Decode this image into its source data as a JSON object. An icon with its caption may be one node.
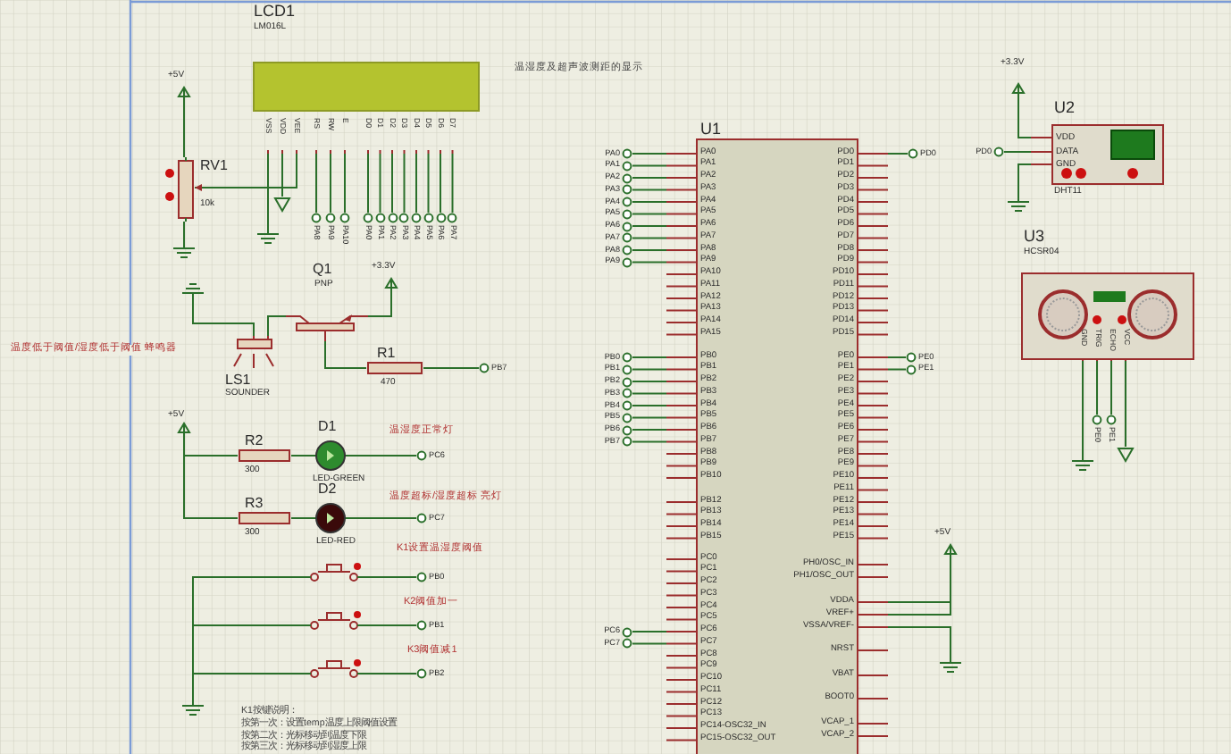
{
  "diagram": {
    "nodes": [
      {
        "text": [
          "LCD1",
          "LM016L"
        ]
      },
      {
        "text": [
          "PA8"
        ]
      },
      {
        "text": [
          "PA9"
        ]
      },
      {
        "text": [
          "PA10"
        ]
      },
      {
        "text": [
          "PA0"
        ]
      },
      {
        "text": [
          "PA1"
        ]
      },
      {
        "text": [
          "PA2"
        ]
      },
      {
        "text": [
          "PA3"
        ]
      },
      {
        "text": [
          "PA4"
        ]
      },
      {
        "text": [
          "PA5"
        ]
      },
      {
        "text": [
          "PA6"
        ]
      },
      {
        "text": [
          "PA7"
        ]
      },
      {
        "text": [
          "RV1",
          "10k"
        ]
      },
      {
        "text": [
          "+5V"
        ]
      },
      {
        "text": [],
        "shape": "ground"
      },
      {
        "text": [],
        "shape": "ground"
      },
      {
        "text": [],
        "shape": "triangle"
      },
      {
        "text": [
          "Q1",
          "PNP"
        ]
      },
      {
        "text": [
          "+3.3V"
        ]
      },
      {
        "text": [
          "R1",
          "470"
        ]
      },
      {
        "text": [
          "PB7"
        ]
      },
      {
        "text": [
          "LS1",
          "SOUNDER"
        ]
      },
      {
        "text": [],
        "shape": "ground"
      },
      {
        "text": [
          "+5V"
        ]
      },
      {
        "text": [
          "R2",
          "300"
        ]
      },
      {
        "text": [
          "D1",
          "LED-GREEN"
        ]
      },
      {
        "text": [
          "PC6"
        ]
      },
      {
        "text": [
          "R3",
          "300"
        ]
      },
      {
        "text": [
          "D2",
          "LED-RED"
        ]
      },
      {
        "text": [
          "PC7"
        ]
      },
      {
        "text": [],
        "shape": "switch"
      },
      {
        "text": [
          "PB0"
        ]
      },
      {
        "text": [],
        "shape": "switch"
      },
      {
        "text": [
          "PB1"
        ]
      },
      {
        "text": [],
        "shape": "switch"
      },
      {
        "text": [
          "PB2"
        ]
      },
      {
        "text": [],
        "shape": "ground"
      },
      {
        "text": [
          "U1"
        ]
      },
      {
        "text": [
          "PA0"
        ]
      },
      {
        "text": [
          "PA1"
        ]
      },
      {
        "text": [
          "PA2"
        ]
      },
      {
        "text": [
          "PA3"
        ]
      },
      {
        "text": [
          "PA4"
        ]
      },
      {
        "text": [
          "PA5"
        ]
      },
      {
        "text": [
          "PA6"
        ]
      },
      {
        "text": [
          "PA7"
        ]
      },
      {
        "text": [
          "PA8"
        ]
      },
      {
        "text": [
          "PA9"
        ]
      },
      {
        "text": [
          "PB0"
        ]
      },
      {
        "text": [
          "PB1"
        ]
      },
      {
        "text": [
          "PB2"
        ]
      },
      {
        "text": [
          "PB3"
        ]
      },
      {
        "text": [
          "PB4"
        ]
      },
      {
        "text": [
          "PB5"
        ]
      },
      {
        "text": [
          "PB6"
        ]
      },
      {
        "text": [
          "PB7"
        ]
      },
      {
        "text": [
          "PC6"
        ]
      },
      {
        "text": [
          "PC7"
        ]
      },
      {
        "text": [
          "PD0"
        ]
      },
      {
        "text": [
          "PE0"
        ]
      },
      {
        "text": [
          "PE1"
        ]
      },
      {
        "text": [
          "+5V"
        ]
      },
      {
        "text": [],
        "shape": "ground"
      },
      {
        "text": [
          "U2",
          "DHT11"
        ]
      },
      {
        "text": [
          "PD0"
        ]
      },
      {
        "text": [
          "+3.3V"
        ]
      },
      {
        "text": [],
        "shape": "ground"
      },
      {
        "text": [
          "U3",
          "HCSR04"
        ]
      },
      {
        "text": [
          "PE0"
        ]
      },
      {
        "text": [
          "PE1"
        ]
      },
      {
        "text": [],
        "shape": "ground"
      },
      {
        "text": [],
        "shape": "triangle"
      }
    ],
    "edges": [
      {
        "from": 0,
        "to": 1,
        "arrow": "none"
      },
      {
        "from": 0,
        "to": 2,
        "arrow": "none"
      },
      {
        "from": 0,
        "to": 3,
        "arrow": "none"
      },
      {
        "from": 0,
        "to": 4,
        "arrow": "none"
      },
      {
        "from": 0,
        "to": 5,
        "arrow": "none"
      },
      {
        "from": 0,
        "to": 6,
        "arrow": "none"
      },
      {
        "from": 0,
        "to": 7,
        "arrow": "none"
      },
      {
        "from": 0,
        "to": 8,
        "arrow": "none"
      },
      {
        "from": 0,
        "to": 9,
        "arrow": "none"
      },
      {
        "from": 0,
        "to": 10,
        "arrow": "none"
      },
      {
        "from": 0,
        "to": 11,
        "arrow": "none"
      },
      {
        "from": 0,
        "to": 15,
        "arrow": "none"
      },
      {
        "from": 0,
        "to": 16,
        "arrow": "none"
      },
      {
        "from": 12,
        "to": 0,
        "arrow": "none"
      },
      {
        "from": 13,
        "to": 12,
        "arrow": "none"
      },
      {
        "from": 12,
        "to": 14,
        "arrow": "none"
      },
      {
        "from": 22,
        "to": 21,
        "arrow": "none"
      },
      {
        "from": 21,
        "to": 17,
        "arrow": "none"
      },
      {
        "from": 18,
        "to": 17,
        "arrow": "none"
      },
      {
        "from": 17,
        "to": 19,
        "arrow": "none"
      },
      {
        "from": 19,
        "to": 20,
        "arrow": "none"
      },
      {
        "from": 23,
        "to": 24,
        "arrow": "none"
      },
      {
        "from": 24,
        "to": 25,
        "arrow": "none"
      },
      {
        "from": 25,
        "to": 26,
        "arrow": "none"
      },
      {
        "from": 23,
        "to": 27,
        "arrow": "none"
      },
      {
        "from": 27,
        "to": 28,
        "arrow": "none"
      },
      {
        "from": 28,
        "to": 29,
        "arrow": "none"
      },
      {
        "from": 36,
        "to": 30,
        "arrow": "none"
      },
      {
        "from": 30,
        "to": 31,
        "arrow": "none"
      },
      {
        "from": 36,
        "to": 32,
        "arrow": "none"
      },
      {
        "from": 32,
        "to": 33,
        "arrow": "none"
      },
      {
        "from": 36,
        "to": 34,
        "arrow": "none"
      },
      {
        "from": 34,
        "to": 35,
        "arrow": "none"
      },
      {
        "from": 37,
        "to": 38,
        "arrow": "none"
      },
      {
        "from": 37,
        "to": 39,
        "arrow": "none"
      },
      {
        "from": 37,
        "to": 40,
        "arrow": "none"
      },
      {
        "from": 37,
        "to": 41,
        "arrow": "none"
      },
      {
        "from": 37,
        "to": 42,
        "arrow": "none"
      },
      {
        "from": 37,
        "to": 43,
        "arrow": "none"
      },
      {
        "from": 37,
        "to": 44,
        "arrow": "none"
      },
      {
        "from": 37,
        "to": 45,
        "arrow": "none"
      },
      {
        "from": 37,
        "to": 46,
        "arrow": "none"
      },
      {
        "from": 37,
        "to": 47,
        "arrow": "none"
      },
      {
        "from": 37,
        "to": 48,
        "arrow": "none"
      },
      {
        "from": 37,
        "to": 49,
        "arrow": "none"
      },
      {
        "from": 37,
        "to": 50,
        "arrow": "none"
      },
      {
        "from": 37,
        "to": 51,
        "arrow": "none"
      },
      {
        "from": 37,
        "to": 52,
        "arrow": "none"
      },
      {
        "from": 37,
        "to": 53,
        "arrow": "none"
      },
      {
        "from": 37,
        "to": 54,
        "arrow": "none"
      },
      {
        "from": 37,
        "to": 55,
        "arrow": "none"
      },
      {
        "from": 37,
        "to": 56,
        "arrow": "none"
      },
      {
        "from": 37,
        "to": 57,
        "arrow": "none"
      },
      {
        "from": 37,
        "to": 58,
        "arrow": "none"
      },
      {
        "from": 37,
        "to": 59,
        "arrow": "none"
      },
      {
        "from": 37,
        "to": 60,
        "arrow": "none"
      },
      {
        "from": 61,
        "to": 37,
        "arrow": "none"
      },
      {
        "from": 37,
        "to": 62,
        "arrow": "none"
      },
      {
        "from": 65,
        "to": 63,
        "arrow": "none"
      },
      {
        "from": 63,
        "to": 64,
        "arrow": "none"
      },
      {
        "from": 63,
        "to": 66,
        "arrow": "none"
      },
      {
        "from": 67,
        "to": 68,
        "arrow": "none"
      },
      {
        "from": 67,
        "to": 69,
        "arrow": "none"
      },
      {
        "from": 67,
        "to": 70,
        "arrow": "none"
      },
      {
        "from": 67,
        "to": 71,
        "arrow": "none"
      }
    ],
    "labels": [
      "温湿度及超声波测距的显示",
      "温度低于阈值/湿度低于阈值 蜂鸣器",
      "温湿度正常灯",
      "温度超标/湿度超标 亮灯",
      "K1设置温湿度阈值",
      "K2阈值加一",
      "K3阈值减1",
      "VSS",
      "VDD",
      "VEE",
      "RS",
      "RW",
      "E",
      "D0",
      "D1",
      "D2",
      "D3",
      "D4",
      "D5",
      "D6",
      "D7",
      "PA0",
      "PA1",
      "PA2",
      "PA3",
      "PA4",
      "PA5",
      "PA6",
      "PA7",
      "PA8",
      "PA9",
      "PA10",
      "PA11",
      "PA12",
      "PA13",
      "PA14",
      "PA15",
      "PB0",
      "PB1",
      "PB2",
      "PB3",
      "PB4",
      "PB5",
      "PB6",
      "PB7",
      "PB8",
      "PB9",
      "PB10",
      "PB12",
      "PB13",
      "PB14",
      "PB15",
      "PC0",
      "PC1",
      "PC2",
      "PC3",
      "PC4",
      "PC5",
      "PC6",
      "PC7",
      "PC8",
      "PC9",
      "PC10",
      "PC11",
      "PC12",
      "PC13",
      "PC14-OSC32_IN",
      "PC15-OSC32_OUT",
      "PD0",
      "PD1",
      "PD2",
      "PD3",
      "PD4",
      "PD5",
      "PD6",
      "PD7",
      "PD8",
      "PD9",
      "PD10",
      "PD11",
      "PD12",
      "PD13",
      "PD14",
      "PD15",
      "PE0",
      "PE1",
      "PE2",
      "PE3",
      "PE4",
      "PE5",
      "PE6",
      "PE7",
      "PE8",
      "PE9",
      "PE10",
      "PE11",
      "PE12",
      "PE13",
      "PE14",
      "PE15",
      "PH0/OSC_IN",
      "PH1/OSC_OUT",
      "VDDA",
      "VREF+",
      "VSSA/VREF-",
      "NRST",
      "VBAT",
      "BOOT0",
      "VCAP_1",
      "VCAP_2",
      "VDD",
      "DATA",
      "GND",
      "GND",
      "TRIG",
      "ECHO",
      "VCC",
      "K1按键说明：",
      "按第一次：设置temp温度上限阈值设置",
      "按第二次：光标移动到温度下限",
      "按第三次：光标移动到湿度上限"
    ]
  }
}
